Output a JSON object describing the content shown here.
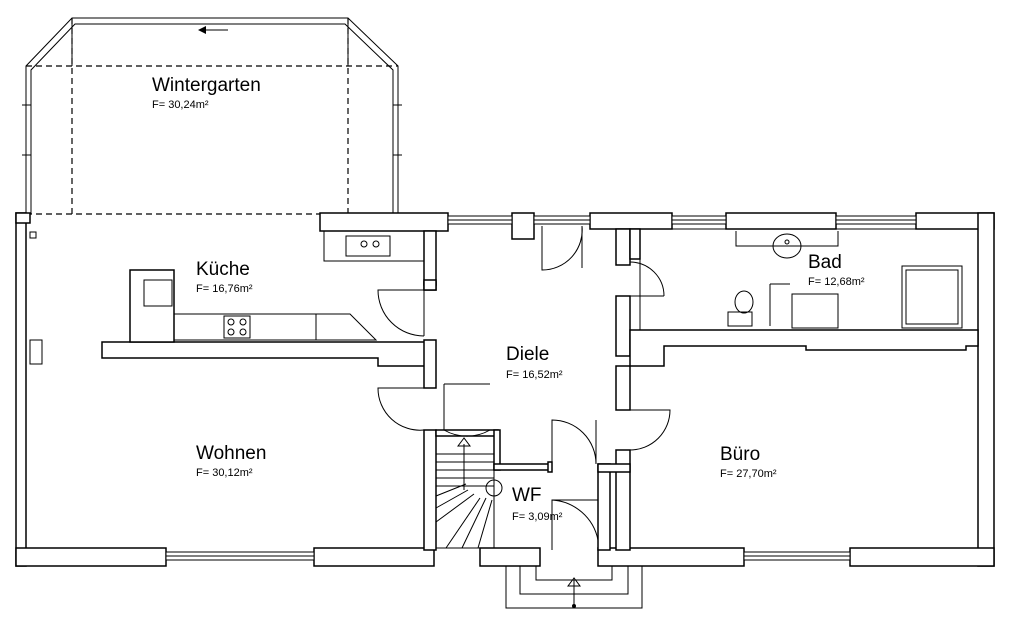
{
  "rooms": {
    "wintergarten": {
      "name": "Wintergarten",
      "area": "F= 30,24m²"
    },
    "kueche": {
      "name": "Küche",
      "area": "F= 16,76m²"
    },
    "wohnen": {
      "name": "Wohnen",
      "area": "F= 30,12m²"
    },
    "diele": {
      "name": "Diele",
      "area": "F= 16,52m²"
    },
    "bad": {
      "name": "Bad",
      "area": "F= 12,68m²"
    },
    "buero": {
      "name": "Büro",
      "area": "F= 27,70m²"
    },
    "wf": {
      "name": "WF",
      "area": "F= 3,09m²"
    }
  },
  "colors": {
    "line": "#000000",
    "background": "#ffffff"
  },
  "icons": [
    "arrow-left-icon",
    "stair-up-arrow-icon",
    "entrance-arrow-icon"
  ]
}
